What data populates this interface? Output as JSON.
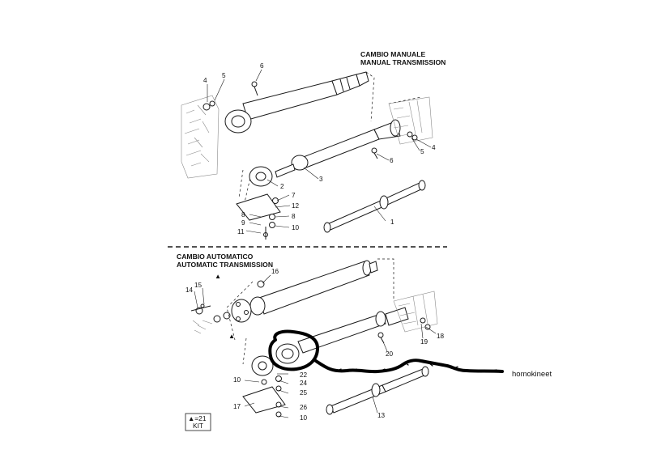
{
  "manual_section": {
    "title_it": "CAMBIO MANUALE",
    "title_en": "MANUAL TRANSMISSION",
    "callouts": [
      "1",
      "2",
      "3",
      "4",
      "5",
      "6",
      "7",
      "8",
      "9",
      "10",
      "11",
      "12",
      "4",
      "5",
      "6",
      "8"
    ]
  },
  "automatic_section": {
    "title_it": "CAMBIO AUTOMATICO",
    "title_en": "AUTOMATIC TRANSMISSION",
    "callouts": [
      "14",
      "15",
      "16",
      "▲",
      "▲",
      "10",
      "22",
      "24",
      "25",
      "17",
      "26",
      "10",
      "13",
      "18",
      "19",
      "20"
    ]
  },
  "kit_box": {
    "marker": "▲=21",
    "label": "KIT"
  },
  "annotation": {
    "label": "homokineet",
    "ink_color": "#000000"
  },
  "colors": {
    "line": "#1a1a1a",
    "background": "#ffffff",
    "hatch": "#8a8a8a"
  }
}
